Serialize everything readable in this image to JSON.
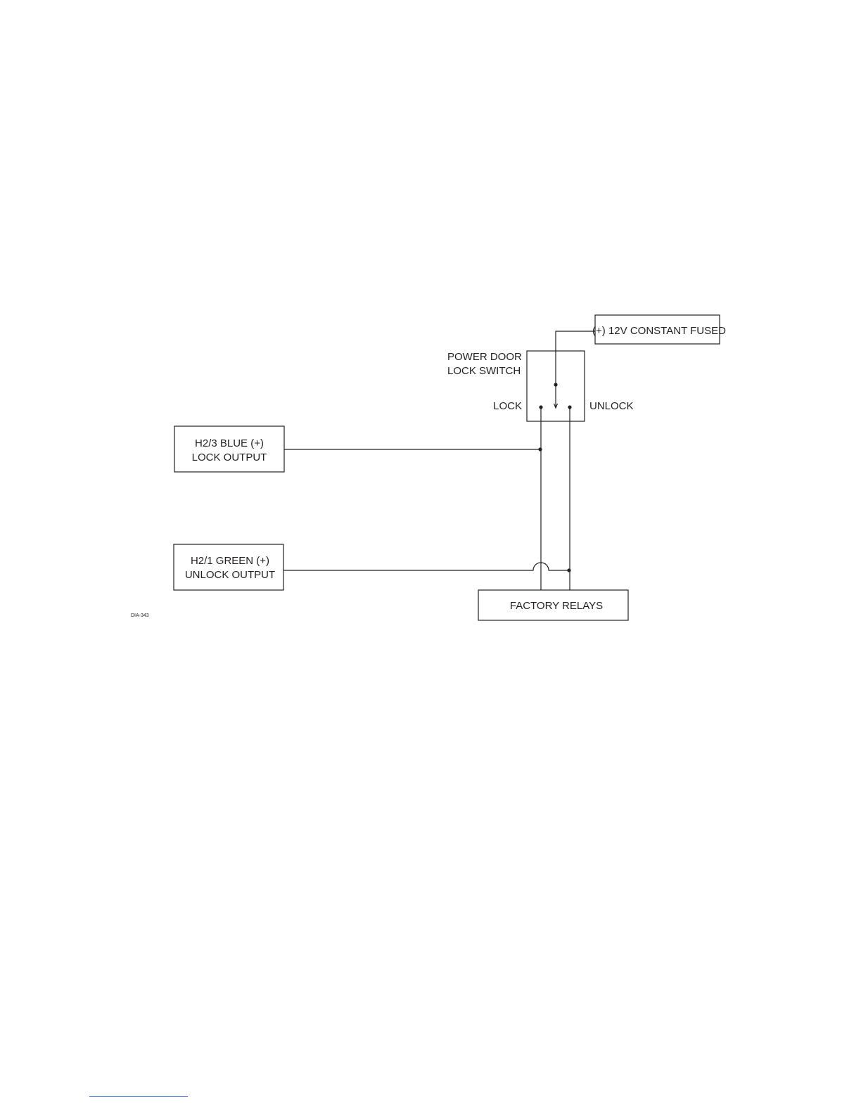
{
  "diagram": {
    "id_label": "DIA-343",
    "nodes": {
      "power_supply": {
        "label": "(+) 12V CONSTANT FUSED"
      },
      "switch": {
        "title_line1": "POWER DOOR",
        "title_line2": "LOCK SWITCH"
      },
      "lock_terminal": {
        "label": "LOCK"
      },
      "unlock_terminal": {
        "label": "UNLOCK"
      },
      "lock_output": {
        "line1": "H2/3 BLUE (+)",
        "line2": "LOCK OUTPUT"
      },
      "unlock_output": {
        "line1": "H2/1 GREEN (+)",
        "line2": "UNLOCK OUTPUT"
      },
      "factory_relays": {
        "label": "FACTORY RELAYS"
      }
    },
    "connections": [
      {
        "from": "power_supply",
        "to": "switch"
      },
      {
        "from": "lock_terminal",
        "to": "factory_relays"
      },
      {
        "from": "unlock_terminal",
        "to": "factory_relays"
      },
      {
        "from": "lock_output",
        "to": "lock_terminal"
      },
      {
        "from": "unlock_output",
        "to": "unlock_terminal"
      }
    ]
  }
}
